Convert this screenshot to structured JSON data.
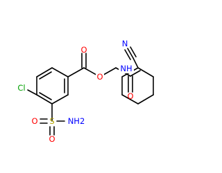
{
  "molecule": {
    "atom_labels": {
      "ester_o_carbonyl": "O",
      "ester_o": "O",
      "amide_o": "O",
      "amide_nh": "NH",
      "nitrile_n": "N",
      "chlorine": "Cl",
      "sulfur": "S",
      "sulfonyl_o_left": "O",
      "sulfonyl_o_bottom": "O",
      "sulfonamide_nh2": "NH2"
    },
    "colors": {
      "bond": "#000000",
      "oxygen": "#ff0000",
      "nitrogen": "#0000ff",
      "chlorine": "#00a000",
      "sulfur": "#b8a800"
    }
  }
}
